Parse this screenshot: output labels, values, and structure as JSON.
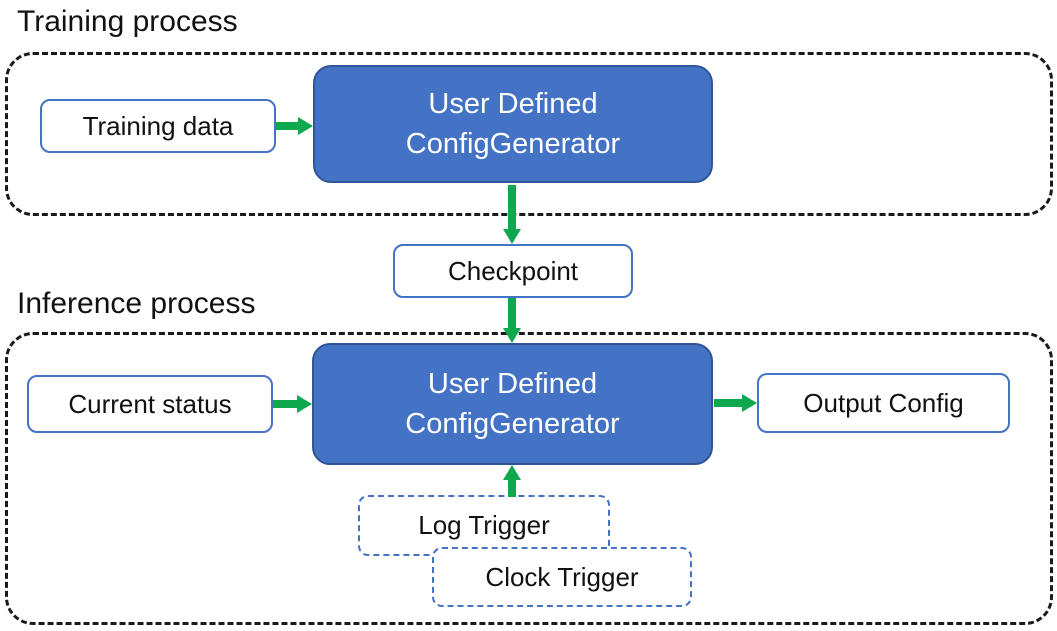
{
  "diagram": {
    "labels": {
      "training_process": "Training process",
      "inference_process": "Inference process"
    },
    "nodes": {
      "training_data": "Training data",
      "config_generator_line1": "User Defined",
      "config_generator_line2": "ConfigGenerator",
      "checkpoint": "Checkpoint",
      "current_status": "Current status",
      "output_config": "Output Config",
      "log_trigger": "Log Trigger",
      "clock_trigger": "Clock Trigger"
    },
    "edges": [
      {
        "from": "Training data",
        "to": "User Defined ConfigGenerator (training)",
        "direction": "right"
      },
      {
        "from": "User Defined ConfigGenerator (training)",
        "to": "Checkpoint",
        "direction": "down"
      },
      {
        "from": "Checkpoint",
        "to": "User Defined ConfigGenerator (inference)",
        "direction": "down"
      },
      {
        "from": "Current status",
        "to": "User Defined ConfigGenerator (inference)",
        "direction": "right"
      },
      {
        "from": "User Defined ConfigGenerator (inference)",
        "to": "Output Config",
        "direction": "right"
      },
      {
        "from": "Log Trigger",
        "to": "User Defined ConfigGenerator (inference)",
        "direction": "up"
      }
    ]
  },
  "colors": {
    "node-blue-fill": "#4472C4",
    "node-blue-border": "#2F5597",
    "outline-blue": "#4472C4",
    "arrow-green": "#10A84E",
    "dash-black": "#1a1a1a",
    "text-dark": "#111111",
    "text-light": "#FFFFFF"
  }
}
